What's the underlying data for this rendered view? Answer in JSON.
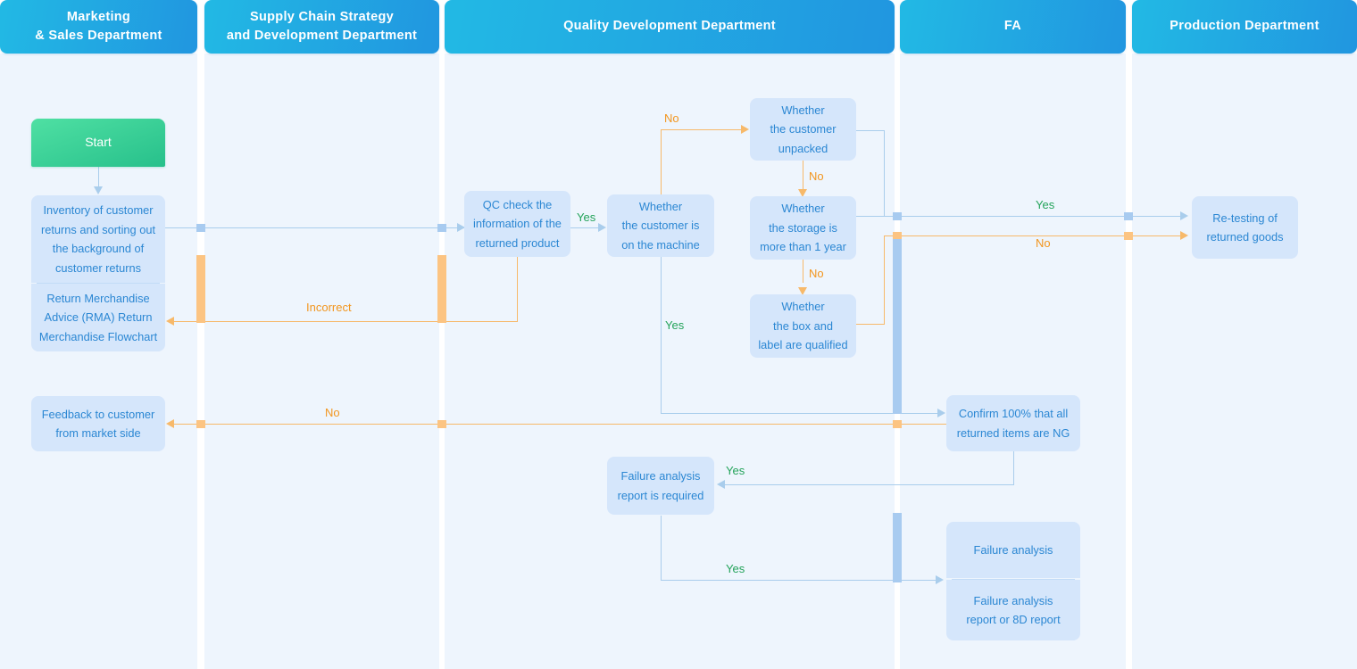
{
  "title": "Return Merchandise Advice (RMA) Return Merchandise Flowchart",
  "colors": {
    "lane_header_from": "#22b9e4",
    "lane_header_to": "#2196e0",
    "lane_background": "#eef5fd",
    "node_fill": "#d5e6fb",
    "node_text": "#2b87d3",
    "start_fill": "#27c08b",
    "yes_label": "#24a35a",
    "no_label": "#f2961f",
    "connector_blue": "#a9cdec",
    "connector_orange": "#f7b96a"
  },
  "lanes": [
    {
      "id": "marketing",
      "title": "Marketing\n& Sales Department"
    },
    {
      "id": "supply-chain",
      "title": "Supply Chain Strategy\nand Development Department"
    },
    {
      "id": "quality",
      "title": "Quality Development Department"
    },
    {
      "id": "fa",
      "title": "FA"
    },
    {
      "id": "production",
      "title": "Production Department"
    }
  ],
  "nodes": {
    "start": {
      "label": "Start"
    },
    "inventory": {
      "label": "Inventory of customer\nreturns and sorting out\nthe background of\ncustomer returns"
    },
    "rma": {
      "label": "Return Merchandise\nAdvice (RMA) Return\nMerchandise Flowchart"
    },
    "feedback": {
      "label": "Feedback to customer\nfrom market side"
    },
    "qc_check": {
      "label": "QC check the\ninformation of the\nreturned product"
    },
    "on_machine": {
      "label": "Whether\nthe customer is\non the machine"
    },
    "unpacked": {
      "label": "Whether\nthe customer\nunpacked"
    },
    "storage_1year": {
      "label": "Whether\nthe storage is\nmore than 1 year"
    },
    "box_label": {
      "label": "Whether\nthe box and\nlabel are qualified"
    },
    "failure_required": {
      "label": "Failure analysis\nreport is required"
    },
    "confirm_ng": {
      "label": "Confirm 100% that all\nreturned items are NG"
    },
    "failure_analysis": {
      "label": "Failure analysis"
    },
    "failure_report": {
      "label": "Failure analysis\nreport or 8D report"
    },
    "retesting": {
      "label": "Re-testing of\nreturned goods"
    }
  },
  "edge_labels": {
    "qc_to_machine": "Yes",
    "machine_no_unpacked": "No",
    "unpacked_no_storage": "No",
    "storage_no_boxlabel": "No",
    "machine_yes_down": "Yes",
    "qc_incorrect_back": "Incorrect",
    "confirm_no_feedback": "No",
    "retest_yes": "Yes",
    "retest_no": "No",
    "fa_yes_required": "Yes",
    "required_yes_fa": "Yes"
  }
}
